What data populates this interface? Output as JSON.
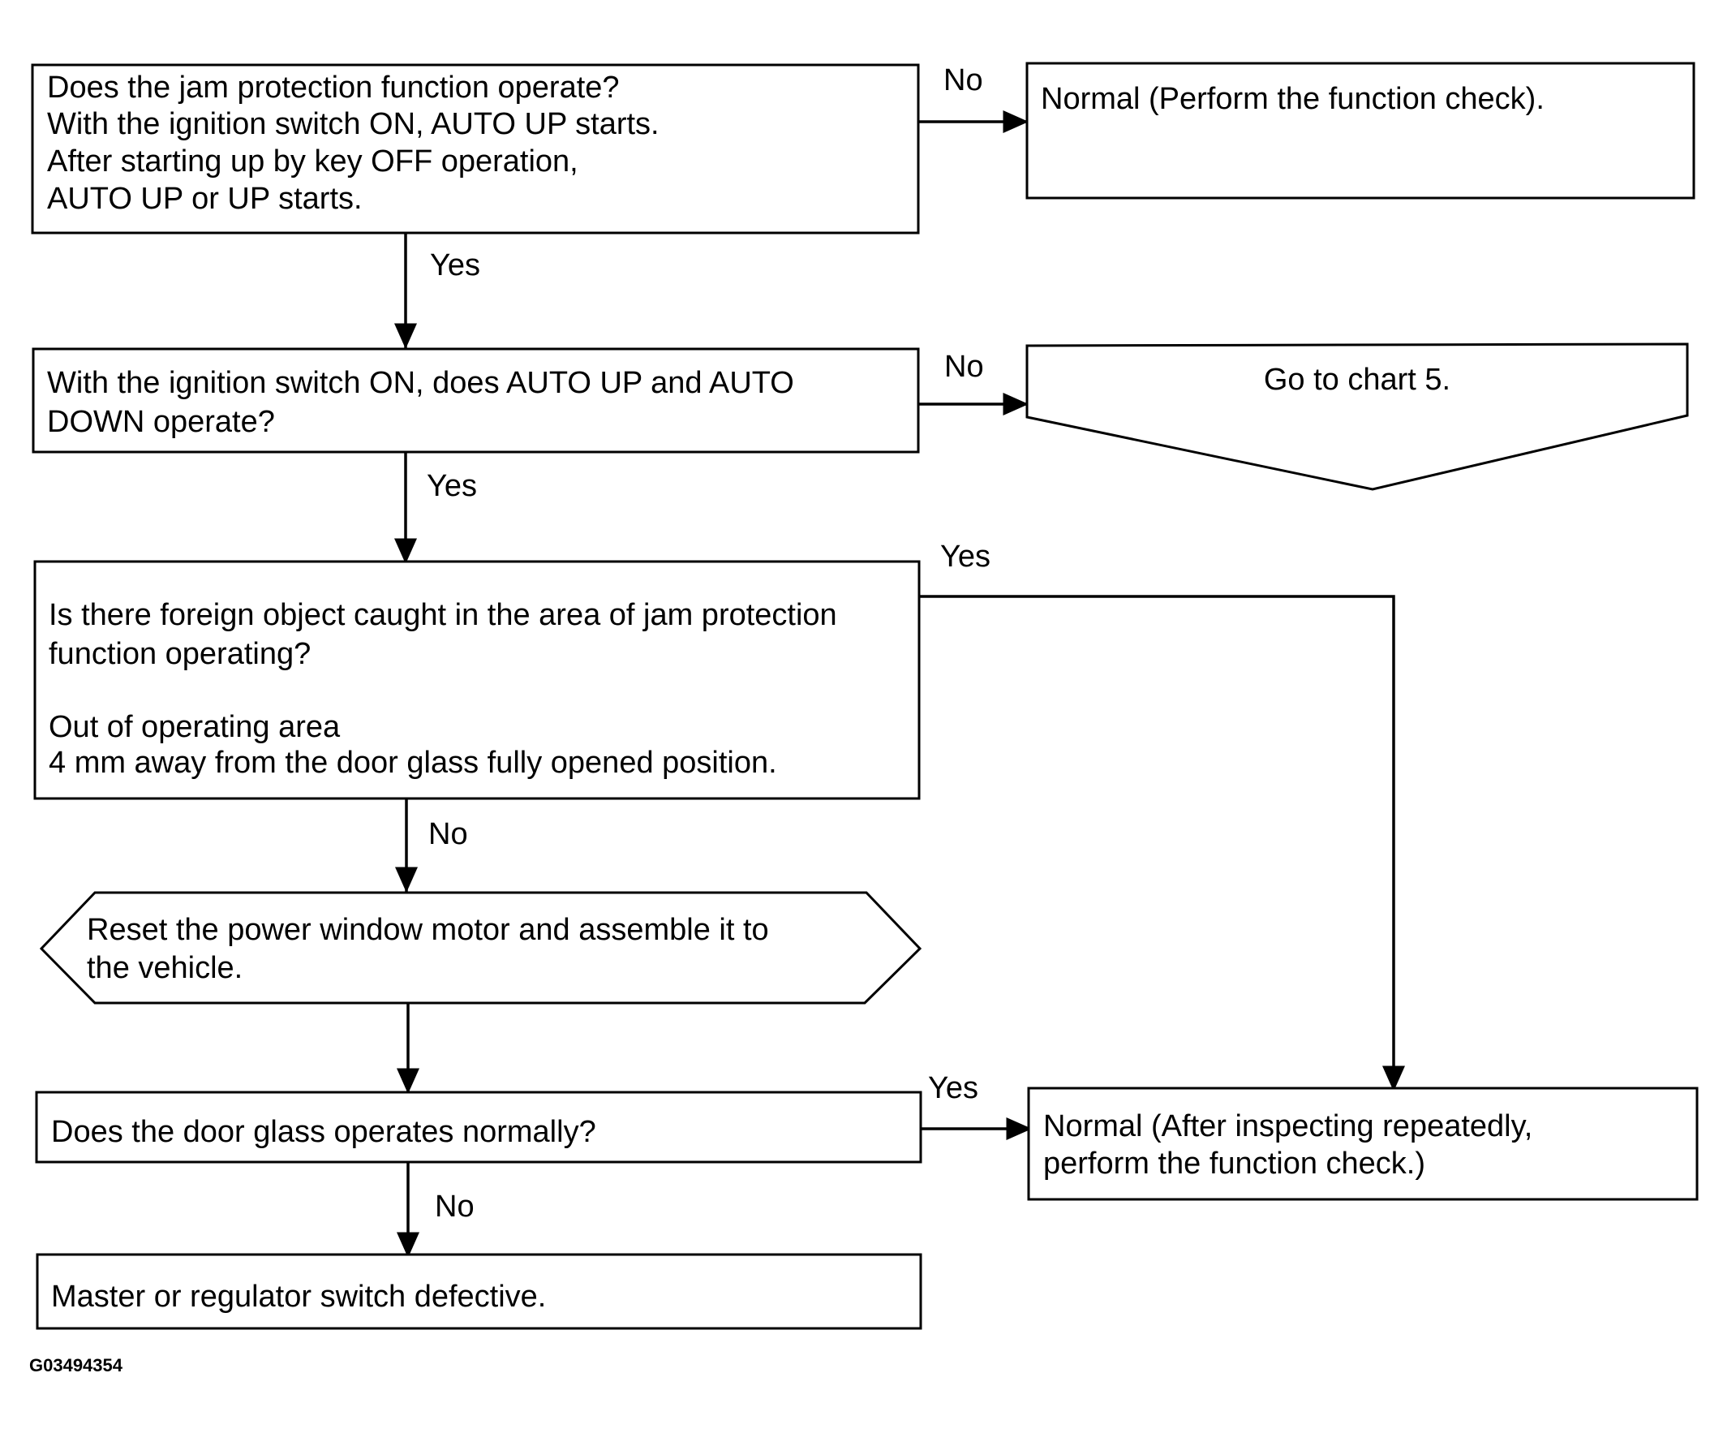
{
  "flowchart": {
    "q1": {
      "lines": [
        "Does the jam protection function operate?",
        "With the ignition switch ON, AUTO UP starts.",
        "After starting up by key OFF operation,",
        "AUTO UP or UP starts."
      ]
    },
    "r1": {
      "lines": [
        "Normal (Perform the function check)."
      ]
    },
    "q2": {
      "lines": [
        "With the ignition switch ON, does AUTO UP and AUTO",
        "DOWN operate?"
      ]
    },
    "goto": {
      "lines": [
        "Go to chart 5."
      ]
    },
    "q3": {
      "lines": [
        "Is there foreign object caught in the area of jam protection",
        "function operating?",
        "Out of operating area",
        " 4 mm away from the door glass fully opened position."
      ]
    },
    "action": {
      "lines": [
        "Reset the power window motor and assemble it to",
        "the vehicle."
      ]
    },
    "q4": {
      "lines": [
        "Does the door glass operates normally?"
      ]
    },
    "r2": {
      "lines": [
        "Normal (After inspecting repeatedly,",
        "perform the function check.)"
      ]
    },
    "r3": {
      "lines": [
        "Master or regulator switch defective."
      ]
    },
    "labels": {
      "q1_no": "No",
      "q1_yes": "Yes",
      "q2_no": "No",
      "q2_yes": "Yes",
      "q3_yes": "Yes",
      "q3_no": "No",
      "q4_yes": "Yes",
      "q4_no": "No"
    }
  },
  "figure_code": "G03494354"
}
